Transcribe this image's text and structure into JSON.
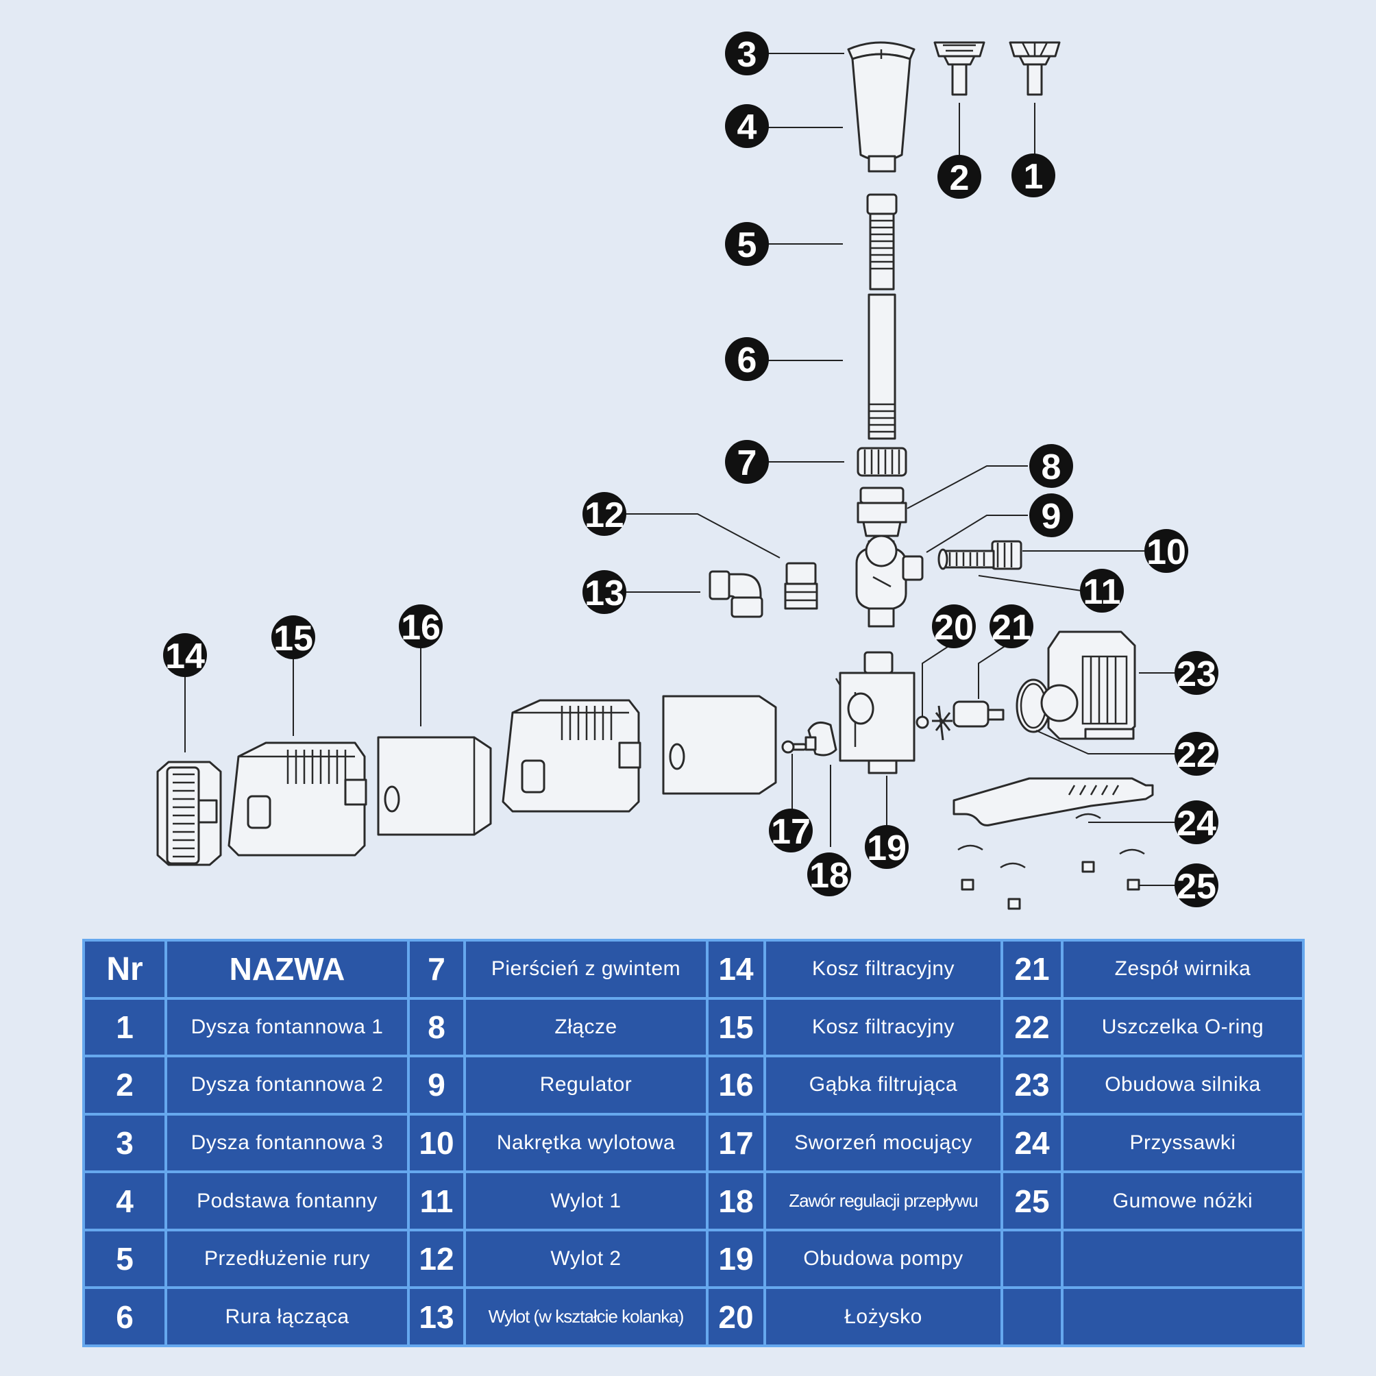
{
  "callouts": [
    "1",
    "2",
    "3",
    "4",
    "5",
    "6",
    "7",
    "8",
    "9",
    "10",
    "11",
    "12",
    "13",
    "14",
    "15",
    "16",
    "17",
    "18",
    "19",
    "20",
    "21",
    "22",
    "23",
    "24",
    "25"
  ],
  "table": {
    "header_nr": "Nr",
    "header_name": "NAZWA",
    "rows": [
      [
        {
          "nr": "",
          "name": ""
        },
        {
          "nr": "7",
          "name": "Pierścień z gwintem"
        },
        {
          "nr": "14",
          "name": "Kosz filtracyjny"
        },
        {
          "nr": "21",
          "name": "Zespół wirnika"
        }
      ],
      [
        {
          "nr": "1",
          "name": "Dysza fontannowa 1"
        },
        {
          "nr": "8",
          "name": "Złącze"
        },
        {
          "nr": "15",
          "name": "Kosz filtracyjny"
        },
        {
          "nr": "22",
          "name": "Uszczelka O-ring"
        }
      ],
      [
        {
          "nr": "2",
          "name": "Dysza fontannowa 2"
        },
        {
          "nr": "9",
          "name": "Regulator"
        },
        {
          "nr": "16",
          "name": "Gąbka filtrująca"
        },
        {
          "nr": "23",
          "name": "Obudowa silnika"
        }
      ],
      [
        {
          "nr": "3",
          "name": "Dysza fontannowa 3"
        },
        {
          "nr": "10",
          "name": "Nakrętka wylotowa"
        },
        {
          "nr": "17",
          "name": "Sworzeń mocujący"
        },
        {
          "nr": "24",
          "name": "Przyssawki"
        }
      ],
      [
        {
          "nr": "4",
          "name": "Podstawa fontanny"
        },
        {
          "nr": "11",
          "name": "Wylot 1"
        },
        {
          "nr": "18",
          "name": "Zawór regulacji przepływu"
        },
        {
          "nr": "25",
          "name": "Gumowe nóżki"
        }
      ],
      [
        {
          "nr": "5",
          "name": "Przedłużenie rury"
        },
        {
          "nr": "12",
          "name": "Wylot 2"
        },
        {
          "nr": "19",
          "name": "Obudowa pompy"
        },
        {
          "nr": "",
          "name": ""
        }
      ],
      [
        {
          "nr": "6",
          "name": "Rura łącząca"
        },
        {
          "nr": "13",
          "name": "Wylot (w kształcie kolanka)"
        },
        {
          "nr": "20",
          "name": "Łożysko"
        },
        {
          "nr": "",
          "name": ""
        }
      ]
    ]
  }
}
